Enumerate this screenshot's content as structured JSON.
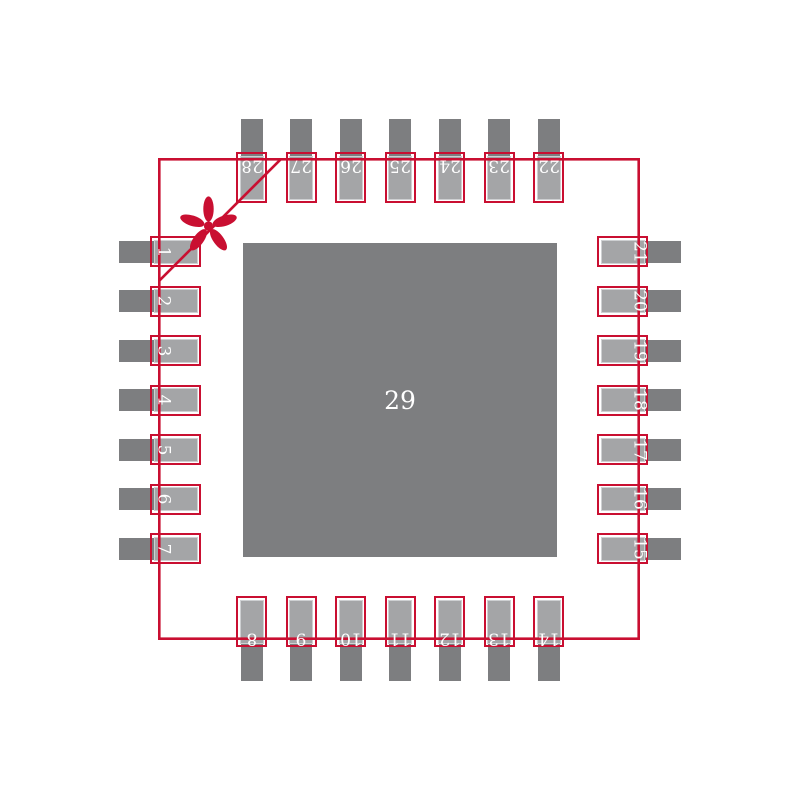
{
  "diagram": {
    "kind": "ic-package-footprint-land-pattern",
    "pin_count_label_note": "perimeter pins 1-28 plus center thermal pad 29"
  },
  "colors": {
    "background": "#ffffff",
    "outline_red": "#c90f31",
    "pad_fill_gray": "#a4a5a7",
    "pad_rim_light": "#ced0d2",
    "lead_dark_gray": "#7d7e80",
    "label_white": "#ffffff"
  },
  "pins": {
    "top": [
      "28",
      "27",
      "26",
      "25",
      "24",
      "23",
      "22"
    ],
    "left": [
      "1",
      "2",
      "3",
      "4",
      "5",
      "6",
      "7"
    ],
    "right": [
      "21",
      "20",
      "19",
      "18",
      "17",
      "16",
      "15"
    ],
    "bottom": [
      "8",
      "9",
      "10",
      "11",
      "12",
      "13",
      "14"
    ]
  },
  "center_pad": {
    "number": "29"
  },
  "markers": {
    "pin1_marker": "five-petal-asterisk",
    "pin1_chamfer": "diagonal-corner-line"
  }
}
